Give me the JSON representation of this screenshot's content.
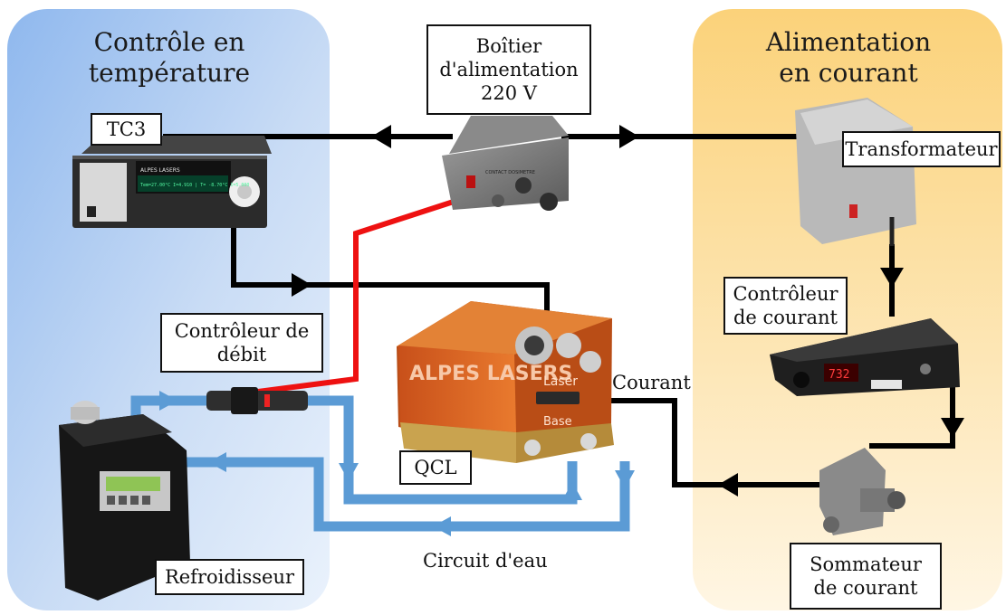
{
  "zones": {
    "temperature_title": "Contrôle en\ntempérature",
    "power_title": "Alimentation\nen courant"
  },
  "labels": {
    "power_box": "Boîtier\nd'alimentation\n220 V",
    "tc3": "TC3",
    "transformer": "Transformateur",
    "current_controller": "Contrôleur\nde courant",
    "flow_controller": "Contrôleur de\ndébit",
    "qcl": "QCL",
    "chiller": "Refroidisseur",
    "current_summer": "Sommateur\nde courant",
    "current": "Courant",
    "water_circuit": "Circuit d'eau"
  },
  "devices": {
    "tc3_brand": "ALPES LASERS",
    "tc3_display": "Tem=27.00°C I=4.910 | T= -8.70°C I=5.000",
    "qcl_brand": "ALPES LASERS",
    "qcl_laser": "Laser",
    "qcl_base": "Base",
    "power_box_text": "CONTACT DOSIMETRE",
    "current_display": "732"
  },
  "colors": {
    "temperature_zone": "#9ec3ef",
    "power_zone": "#fbd98e",
    "water": "#5b9bd5",
    "signal": "#000000",
    "red_cable": "#ee1111",
    "qcl_body": "#e0601c"
  }
}
